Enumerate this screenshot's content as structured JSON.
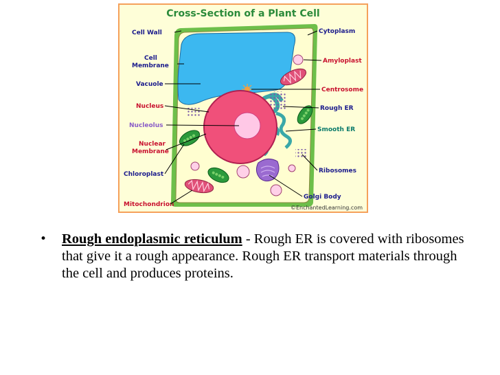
{
  "figure": {
    "title": "Cross-Section of a Plant Cell",
    "credit": "©EnchantedLearning.com",
    "labels_left": {
      "cell_wall": "Cell Wall",
      "cell": "Cell",
      "membrane": "Membrane",
      "vacuole": "Vacuole",
      "nucleus": "Nucleus",
      "nucleolus": "Nucleolus",
      "nuclear": "Nuclear",
      "nuclear_membrane": "Membrane",
      "chloroplast": "Chloroplast",
      "mitochondrion": "Mitochondrion"
    },
    "labels_right": {
      "cytoplasm": "Cytoplasm",
      "amyloplast": "Amyloplast",
      "centrosome": "Centrosome",
      "rough_er": "Rough ER",
      "smooth_er": "Smooth ER",
      "ribosomes": "Ribosomes",
      "golgi_body": "Golgi Body"
    },
    "colors": {
      "background": "#fefed8",
      "border": "#f5a05a",
      "cell_wall": "#6dbf4a",
      "cytoplasm": "#fffed0",
      "vacuole": "#3cb8f0",
      "nucleus": "#f0507a",
      "nucleolus": "#ffc8e6",
      "chloroplast": "#2c9a3c",
      "mitochondrion": "#e05078",
      "golgi": "#9a6ad0",
      "er": "#3aa8a8"
    }
  },
  "bullet": {
    "term": "Rough endoplasmic reticulum",
    "text": " - Rough ER is covered with ribosomes that give it a rough appearance. Rough ER transport materials through the cell and produces proteins."
  }
}
